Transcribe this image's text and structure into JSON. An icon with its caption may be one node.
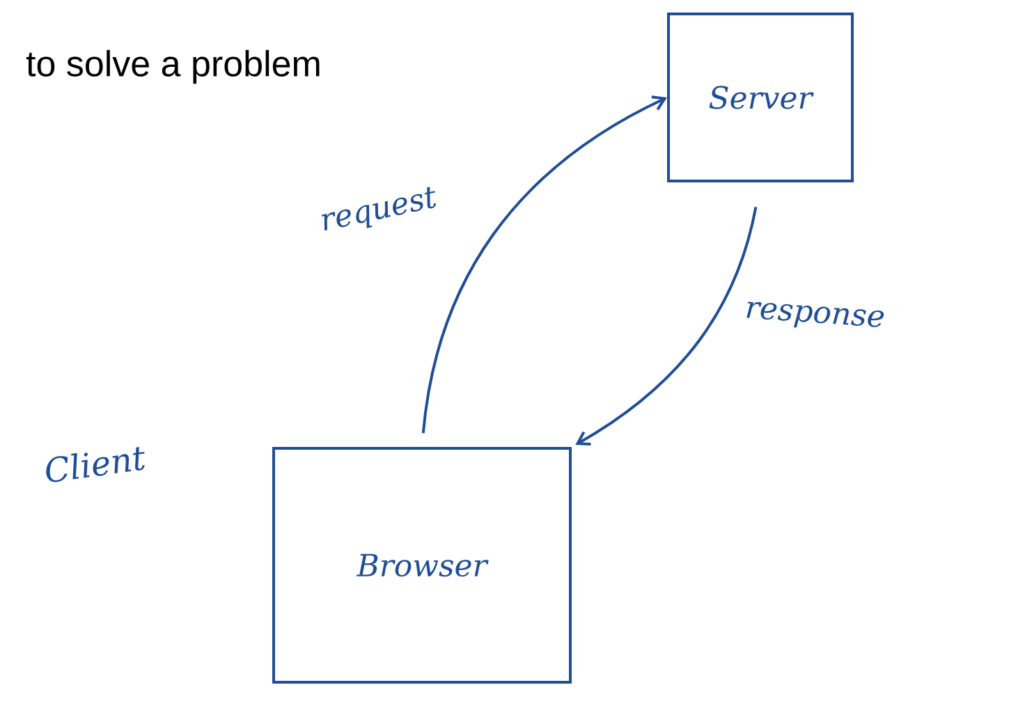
{
  "diagram": {
    "nodes": [
      {
        "text": [
          "Server"
        ]
      },
      {
        "text": [
          "Browser"
        ],
        "beside": [
          "Client"
        ]
      }
    ],
    "edges": [
      {
        "from": 1,
        "to": 0,
        "arrow": "to",
        "label": "request"
      },
      {
        "from": 0,
        "to": 1,
        "arrow": "to",
        "label": "response"
      }
    ],
    "labels": [
      "to solve a problem"
    ]
  }
}
